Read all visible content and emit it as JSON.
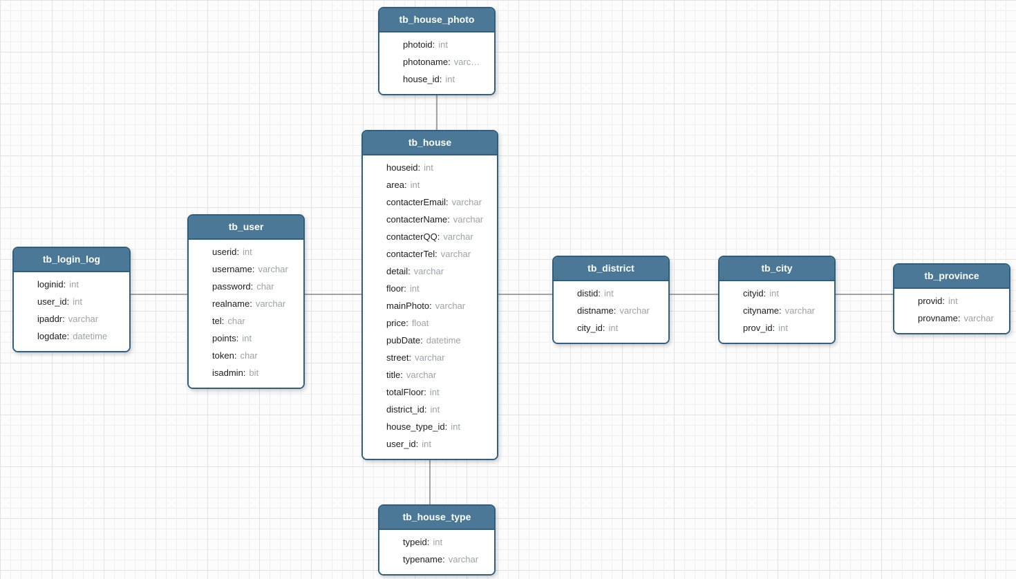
{
  "diagram": {
    "entities": [
      {
        "id": "tb_house_photo",
        "title": "tb_house_photo",
        "fields": [
          {
            "name": "photoid",
            "type": "int"
          },
          {
            "name": "photoname",
            "type": "varc…"
          },
          {
            "name": "house_id",
            "type": "int"
          }
        ]
      },
      {
        "id": "tb_house",
        "title": "tb_house",
        "fields": [
          {
            "name": "houseid",
            "type": "int"
          },
          {
            "name": "area",
            "type": "int"
          },
          {
            "name": "contacterEmail",
            "type": "varchar"
          },
          {
            "name": "contacterName",
            "type": "varchar"
          },
          {
            "name": "contacterQQ",
            "type": "varchar"
          },
          {
            "name": "contacterTel",
            "type": "varchar"
          },
          {
            "name": "detail",
            "type": "varchar"
          },
          {
            "name": "floor",
            "type": "int"
          },
          {
            "name": "mainPhoto",
            "type": "varchar"
          },
          {
            "name": "price",
            "type": "float"
          },
          {
            "name": "pubDate",
            "type": "datetime"
          },
          {
            "name": "street",
            "type": "varchar"
          },
          {
            "name": "title",
            "type": "varchar"
          },
          {
            "name": "totalFloor",
            "type": "int"
          },
          {
            "name": "district_id",
            "type": "int"
          },
          {
            "name": "house_type_id",
            "type": "int"
          },
          {
            "name": "user_id",
            "type": "int"
          }
        ]
      },
      {
        "id": "tb_user",
        "title": "tb_user",
        "fields": [
          {
            "name": "userid",
            "type": "int"
          },
          {
            "name": "username",
            "type": "varchar"
          },
          {
            "name": "password",
            "type": "char"
          },
          {
            "name": "realname",
            "type": "varchar"
          },
          {
            "name": "tel",
            "type": "char"
          },
          {
            "name": "points",
            "type": "int"
          },
          {
            "name": "token",
            "type": "char"
          },
          {
            "name": "isadmin",
            "type": "bit"
          }
        ]
      },
      {
        "id": "tb_login_log",
        "title": "tb_login_log",
        "fields": [
          {
            "name": "loginid",
            "type": "int"
          },
          {
            "name": "user_id",
            "type": "int"
          },
          {
            "name": "ipaddr",
            "type": "varchar"
          },
          {
            "name": "logdate",
            "type": "datetime"
          }
        ]
      },
      {
        "id": "tb_district",
        "title": "tb_district",
        "fields": [
          {
            "name": "distid",
            "type": "int"
          },
          {
            "name": "distname",
            "type": "varchar"
          },
          {
            "name": "city_id",
            "type": "int"
          }
        ]
      },
      {
        "id": "tb_city",
        "title": "tb_city",
        "fields": [
          {
            "name": "cityid",
            "type": "int"
          },
          {
            "name": "cityname",
            "type": "varchar"
          },
          {
            "name": "prov_id",
            "type": "int"
          }
        ]
      },
      {
        "id": "tb_province",
        "title": "tb_province",
        "fields": [
          {
            "name": "provid",
            "type": "int"
          },
          {
            "name": "provname",
            "type": "varchar"
          }
        ]
      },
      {
        "id": "tb_house_type",
        "title": "tb_house_type",
        "fields": [
          {
            "name": "typeid",
            "type": "int"
          },
          {
            "name": "typename",
            "type": "varchar"
          }
        ]
      }
    ],
    "relationships": [
      {
        "from": "tb_house_photo",
        "to": "tb_house"
      },
      {
        "from": "tb_login_log",
        "to": "tb_user"
      },
      {
        "from": "tb_user",
        "to": "tb_house"
      },
      {
        "from": "tb_house",
        "to": "tb_district"
      },
      {
        "from": "tb_district",
        "to": "tb_city"
      },
      {
        "from": "tb_city",
        "to": "tb_province"
      },
      {
        "from": "tb_house",
        "to": "tb_house_type"
      }
    ],
    "colors": {
      "header_bg": "#4b7896",
      "border": "#2e5e80",
      "type_text": "#9da2a8",
      "connector": "#4d4d4d"
    }
  }
}
